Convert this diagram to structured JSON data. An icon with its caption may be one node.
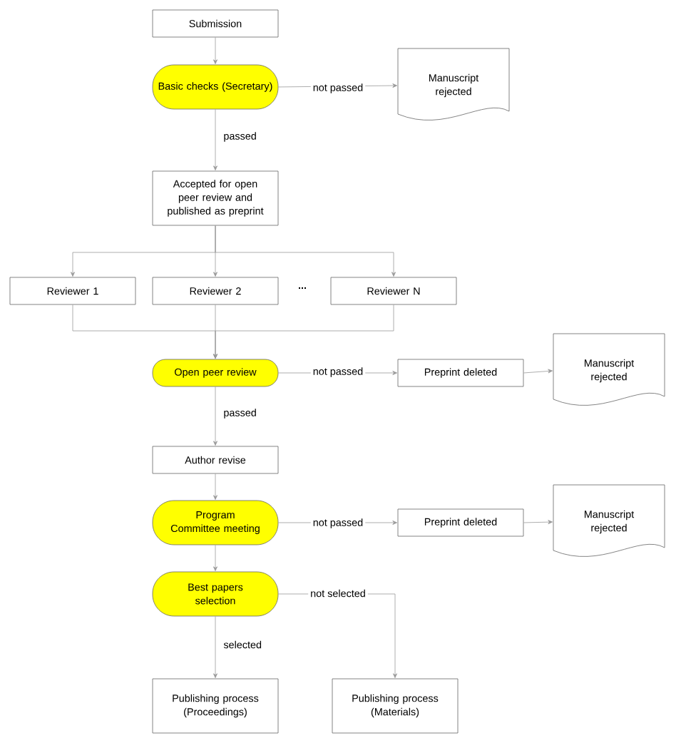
{
  "diagram": {
    "nodes": [
      {
        "text": [
          "Submission"
        ]
      },
      {
        "text": [
          "Basic checks (Secretary)"
        ]
      },
      {
        "text": [
          "Manuscript rejected"
        ]
      },
      {
        "text": [
          "Accepted for open peer review and published as preprint"
        ]
      },
      {
        "text": [
          "Reviewer 1"
        ]
      },
      {
        "text": [
          "Reviewer 2"
        ]
      },
      {
        "text": [
          "Reviewer N"
        ]
      },
      {
        "text": [
          "Open peer review"
        ]
      },
      {
        "text": [
          "Preprint deleted"
        ]
      },
      {
        "text": [
          "Manuscript rejected"
        ]
      },
      {
        "text": [
          "Author revise"
        ]
      },
      {
        "text": [
          "Program Committee meeting"
        ]
      },
      {
        "text": [
          "Preprint deleted"
        ]
      },
      {
        "text": [
          "Manuscript rejected"
        ]
      },
      {
        "text": [
          "Best papers selection"
        ]
      },
      {
        "text": [
          "Publishing process (Proceedings)"
        ]
      },
      {
        "text": [
          "Publishing process (Materials)"
        ]
      }
    ],
    "edges": [
      {
        "from": 0,
        "to": 1,
        "arrow": "to"
      },
      {
        "from": 1,
        "to": 2,
        "arrow": "to",
        "label": "not passed"
      },
      {
        "from": 1,
        "to": 3,
        "arrow": "to",
        "label": "passed"
      },
      {
        "from": 3,
        "to": 4,
        "arrow": "to"
      },
      {
        "from": 3,
        "to": 5,
        "arrow": "to"
      },
      {
        "from": 3,
        "to": 6,
        "arrow": "to"
      },
      {
        "from": 4,
        "to": 7,
        "arrow": "to"
      },
      {
        "from": 5,
        "to": 7,
        "arrow": "to"
      },
      {
        "from": 6,
        "to": 7,
        "arrow": "to"
      },
      {
        "from": 7,
        "to": 8,
        "arrow": "to",
        "label": "not passed"
      },
      {
        "from": 8,
        "to": 9,
        "arrow": "to"
      },
      {
        "from": 7,
        "to": 10,
        "arrow": "to",
        "label": "passed"
      },
      {
        "from": 10,
        "to": 11,
        "arrow": "to"
      },
      {
        "from": 11,
        "to": 12,
        "arrow": "to",
        "label": "not passed"
      },
      {
        "from": 12,
        "to": 13,
        "arrow": "to"
      },
      {
        "from": 11,
        "to": 14,
        "arrow": "to"
      },
      {
        "from": 14,
        "to": 15,
        "arrow": "to",
        "label": "selected"
      },
      {
        "from": 14,
        "to": 16,
        "arrow": "to",
        "label": "not selected"
      }
    ],
    "labels": [
      "..."
    ]
  }
}
